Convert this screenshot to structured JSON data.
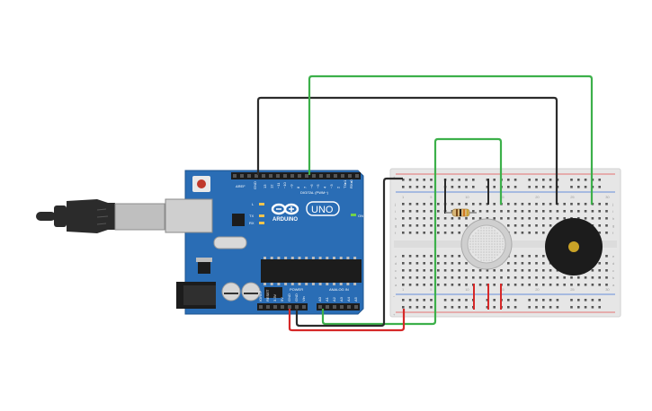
{
  "colors": {
    "board": "#2a6db5",
    "board_dark": "#1f5590",
    "breadboard": "#e6e6e6",
    "wire_green": "#3cb04a",
    "wire_black": "#2b2b2b",
    "wire_red": "#d62828",
    "rail_red": "#e34b4b",
    "rail_blue": "#3a6fd6",
    "background": "#ffffff"
  },
  "arduino": {
    "logo_text": "ARDUINO",
    "uno_text": "UNO",
    "digital_label": "DIGITAL (PWM~)",
    "power_label": "POWER",
    "analog_label": "ANALOG IN",
    "on_label": "ON",
    "l_label": "L",
    "tx_label": "TX",
    "rx_label": "RX",
    "aref_label": "AREF",
    "gnd_label": "GND",
    "digital_pins": [
      "13",
      "12",
      "~11",
      "~10",
      "~9",
      "8",
      "7",
      "~6",
      "~5",
      "4",
      "~3",
      "2",
      "TX▸1",
      "RX◂0"
    ],
    "power_pins": [
      "IOREF",
      "RESET",
      "3.3V",
      "5V",
      "GND",
      "GND",
      "Vin"
    ],
    "analog_pins": [
      "A0",
      "A1",
      "A2",
      "A3",
      "A4",
      "A5"
    ]
  },
  "breadboard": {
    "row_labels_top": [
      "j",
      "i",
      "h",
      "g",
      "f"
    ],
    "row_labels_bottom": [
      "e",
      "d",
      "c",
      "b",
      "a"
    ],
    "column_numbers": [
      "1",
      "5",
      "10",
      "15",
      "20",
      "25",
      "30"
    ],
    "rail_plus": "+",
    "rail_minus": "−"
  },
  "components": {
    "gas_sensor_icon": "gas-sensor-icon",
    "buzzer_icon": "piezo-buzzer-icon",
    "resistor_icon": "resistor-icon",
    "usb_cable_icon": "usb-cable-icon"
  }
}
